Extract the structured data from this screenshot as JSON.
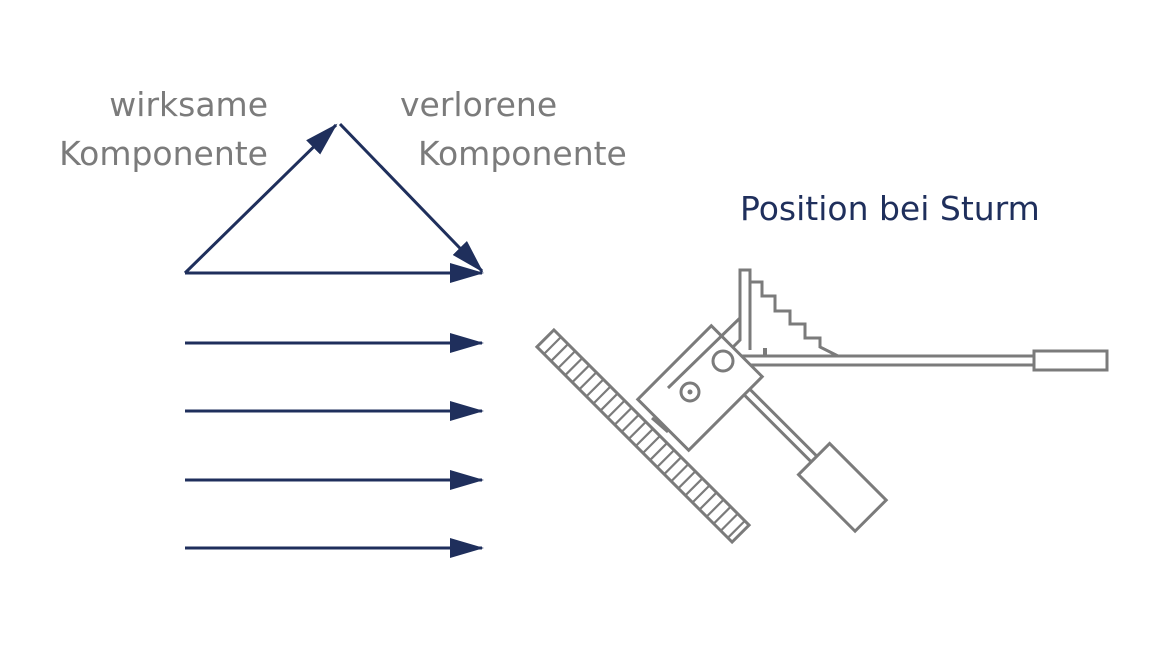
{
  "labels": {
    "effective_line1": "wirksame",
    "effective_line2": "Komponente",
    "lost_line1": "verlorene",
    "lost_line2": "Komponente",
    "position_title": "Position bei Sturm"
  },
  "colors": {
    "arrow_navy": "#1f2f5c",
    "text_grey": "#7b7b7b",
    "mechanism_grey": "#7b7b7b",
    "background": "#ffffff"
  }
}
